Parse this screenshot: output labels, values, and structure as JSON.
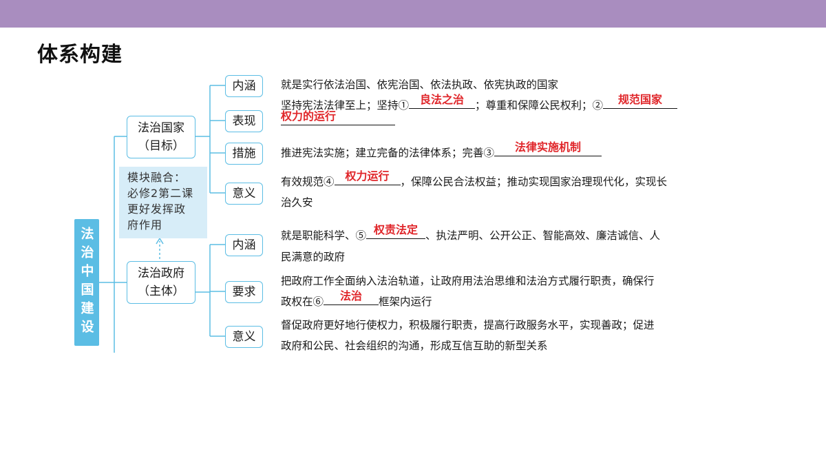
{
  "title": "体系构建",
  "root": "法治中国建设",
  "branch1": {
    "line1": "法治国家",
    "line2": "（目标）",
    "items": [
      {
        "label": "内涵"
      },
      {
        "label": "表现"
      },
      {
        "label": "措施"
      },
      {
        "label": "意义"
      }
    ]
  },
  "note": {
    "lines": [
      "模块融合：",
      "必修2第二课",
      "更好发挥政",
      "府作用"
    ]
  },
  "branch2": {
    "line1": "法治政府",
    "line2": "（主体）",
    "items": [
      {
        "label": "内涵"
      },
      {
        "label": "要求"
      },
      {
        "label": "意义"
      }
    ]
  },
  "rows": {
    "r1": "就是实行依法治国、依宪治国、依法执政、依宪执政的国家",
    "r2a": "坚持宪法法律至上；坚持①",
    "a1": "良法之治",
    "r2b": "；尊重和保障公民权利；②",
    "a2": "规范国家",
    "a2b": "权力的运行",
    "r3a": "推进宪法实施；建立完备的法律体系；完善③",
    "a3": "法律实施机制",
    "r4a": "有效规范④",
    "a4": "权力运行",
    "r4b": "，保障公民合法权益；推动实现国家治理现代化，实现长",
    "r4c": "治久安",
    "r5a": "就是职能科学、⑤",
    "a5": "权责法定",
    "r5b": "、执法严明、公开公正、智能高效、廉洁诚信、人",
    "r5c": "民满意的政府",
    "r6a": "把政府工作全面纳入法治轨道，让政府用法治思维和法治方式履行职责，确保行",
    "r6b": "政权在⑥",
    "a6": "法治",
    "r6c": "框架内运行",
    "r7a": "督促政府更好地行使权力，积极履行职责，提高行政服务水平，实现善政；促进",
    "r7b": "政府和公民、社会组织的沟通，形成互信互助的新型关系"
  },
  "colors": {
    "accent": "#5bbde4",
    "topbar": "#a98dbf",
    "answer": "#e0262a",
    "note_bg": "#d7edf8"
  }
}
